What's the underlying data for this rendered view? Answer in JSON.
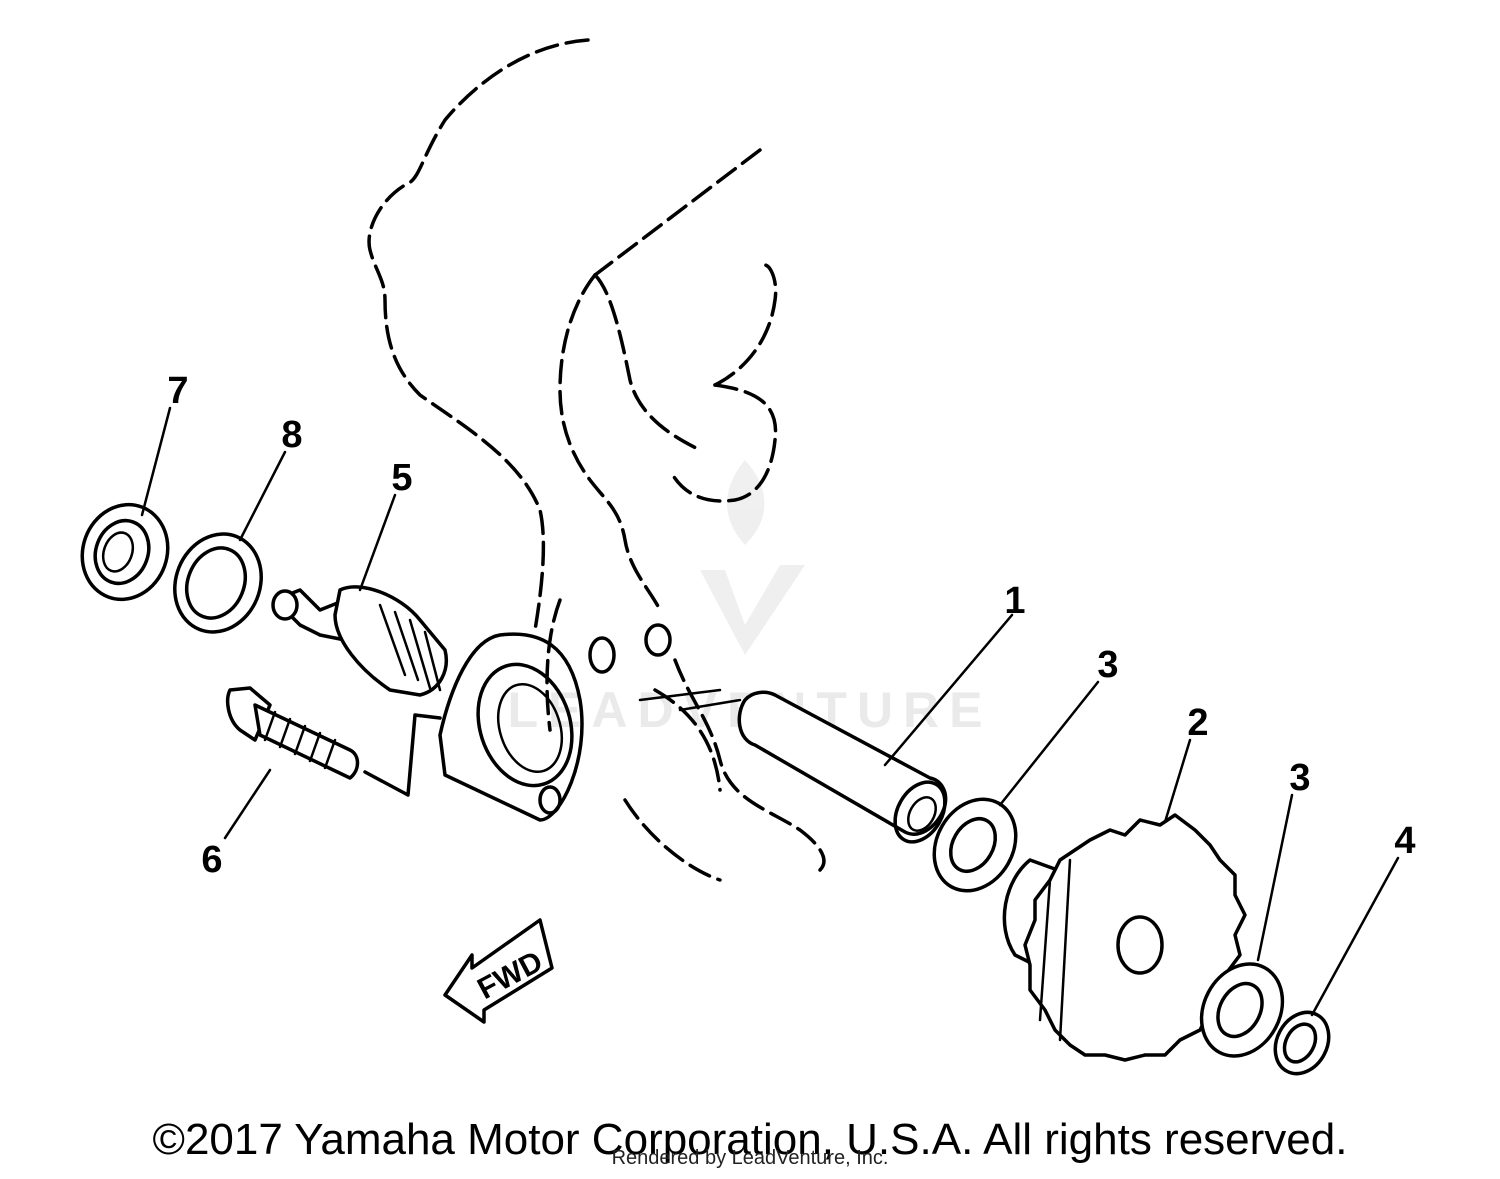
{
  "callouts": {
    "c1": "1",
    "c2": "2",
    "c3a": "3",
    "c3b": "3",
    "c4": "4",
    "c5": "5",
    "c6": "6",
    "c7": "7",
    "c8": "8"
  },
  "direction_arrow": {
    "label": "FWD"
  },
  "watermark": {
    "text": "LEADVENTURE"
  },
  "footer": {
    "copyright": "©2017 Yamaha Motor Corporation, U.S.A. All rights reserved.",
    "rendered_by": "Rendered by LeadVenture, Inc."
  }
}
